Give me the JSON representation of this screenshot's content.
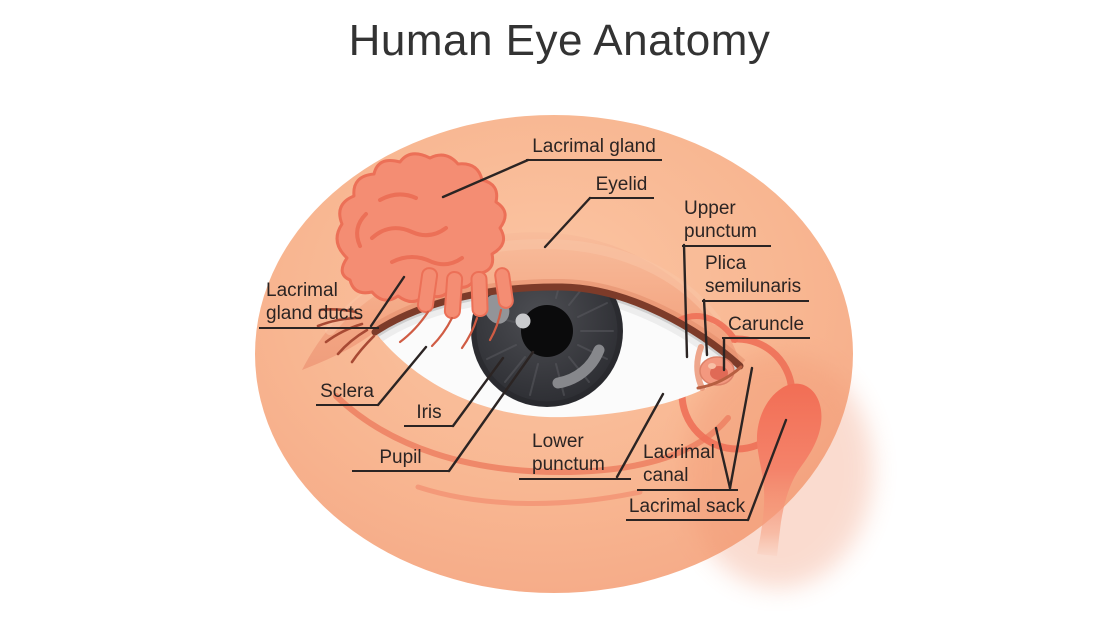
{
  "title": "Human Eye Anatomy",
  "labels": {
    "lacrimal_gland": {
      "lines": [
        "Lacrimal gland"
      ]
    },
    "eyelid": {
      "lines": [
        "Eyelid"
      ]
    },
    "upper_punctum": {
      "lines": [
        "Upper",
        "punctum"
      ]
    },
    "plica_semilunaris": {
      "lines": [
        "Plica",
        "semilunaris"
      ]
    },
    "caruncle": {
      "lines": [
        "Caruncle"
      ]
    },
    "lacrimal_gland_ducts": {
      "lines": [
        "Lacrimal",
        "gland ducts"
      ]
    },
    "sclera": {
      "lines": [
        "Sclera"
      ]
    },
    "iris": {
      "lines": [
        "Iris"
      ]
    },
    "pupil": {
      "lines": [
        "Pupil"
      ]
    },
    "lower_punctum": {
      "lines": [
        "Lower",
        "punctum"
      ]
    },
    "lacrimal_canal": {
      "lines": [
        "Lacrimal",
        "canal"
      ]
    },
    "lacrimal_sack": {
      "lines": [
        "Lacrimal sack"
      ]
    }
  },
  "colors": {
    "background": "#ffffff",
    "skin": "#f8b691",
    "gland_coral": "#f48d73",
    "gland_outline": "#ec7057",
    "lid_margin": "#7d3b29",
    "sclera_white": "#fbfbfb",
    "iris_dark": "#3a3b40",
    "pupil_black": "#0b0b0c",
    "caruncle_pink": "#f3987f",
    "tear_duct_red": "#ee7058",
    "label_ink": "#2b2423"
  }
}
